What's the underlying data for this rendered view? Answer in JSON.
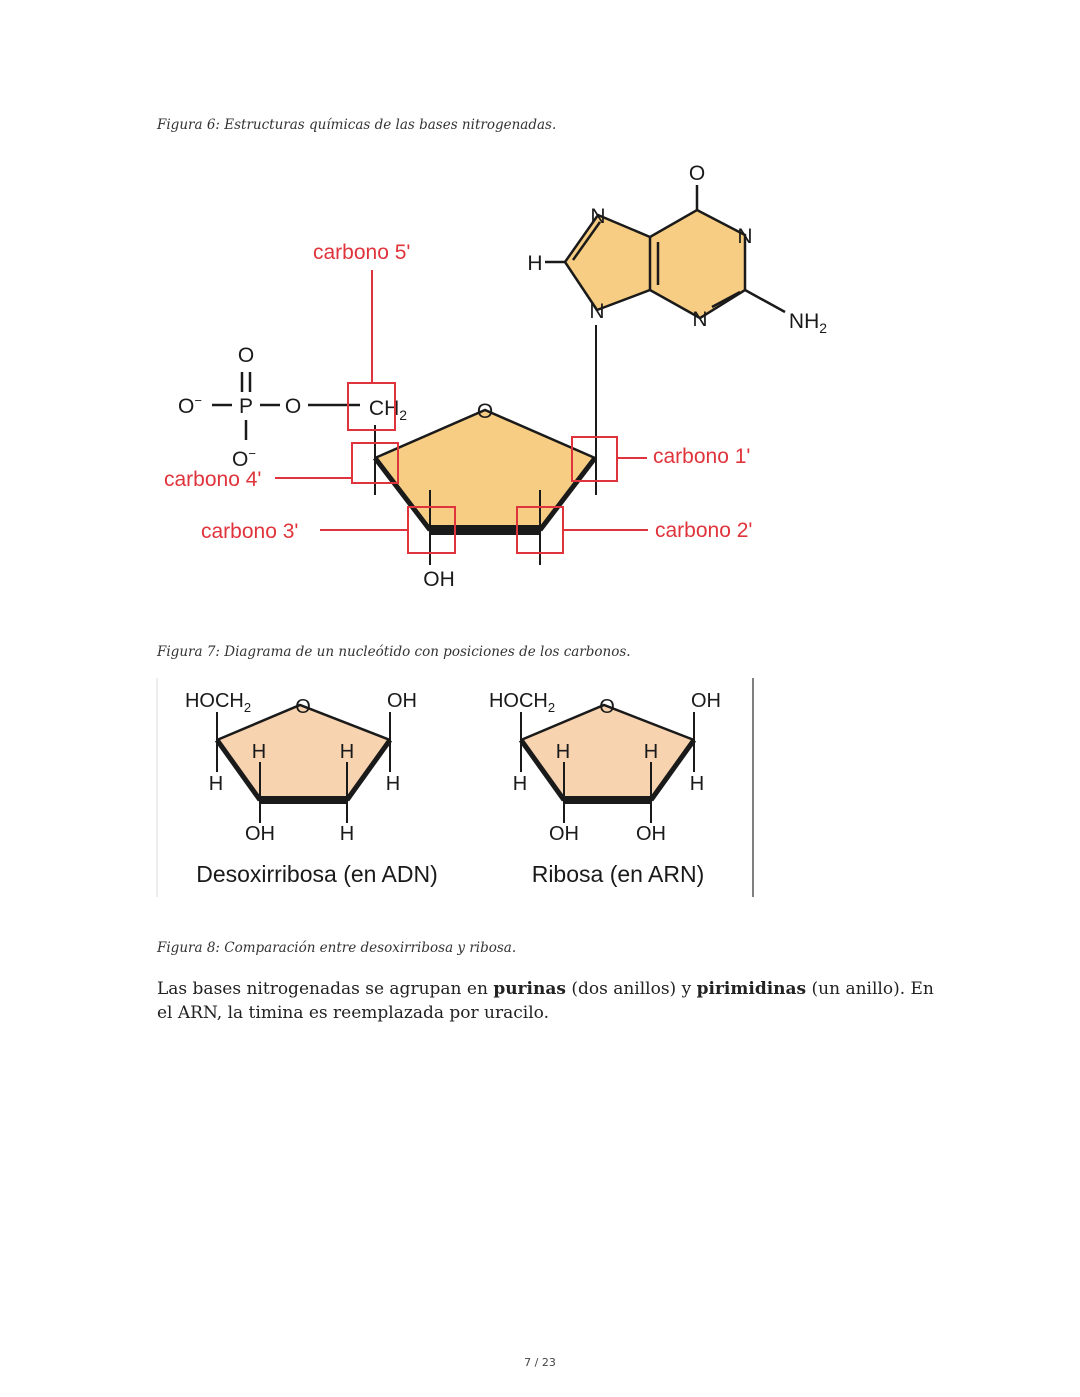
{
  "captions": {
    "fig6": "Figura 6: Estructuras químicas de las bases nitrogenadas.",
    "fig7": "Figura 7: Diagrama de un nucleótido con posiciones de los carbonos.",
    "fig8": "Figura 8: Comparación entre desoxirribosa y ribosa."
  },
  "nucleotide": {
    "labels": [
      "carbono 5'",
      "carbono 4'",
      "carbono 3'",
      "carbono 2'",
      "carbono 1'"
    ],
    "label_color": "#e0343c",
    "fill_color": "#f7cd83"
  },
  "sugars": {
    "left_title": "Desoxirribosa (en ADN)",
    "right_title": "Ribosa (en ARN)",
    "fill_color": "#f8d3b0"
  },
  "paragraph": {
    "t1": "Las bases nitrogenadas se agrupan en ",
    "b1": "purinas",
    "t2": " (dos anillos) y ",
    "b2": "pirimidinas",
    "t3": " (un anillo). En el ARN, la timina es reemplazada por uracilo."
  },
  "page_number": "7 / 23"
}
